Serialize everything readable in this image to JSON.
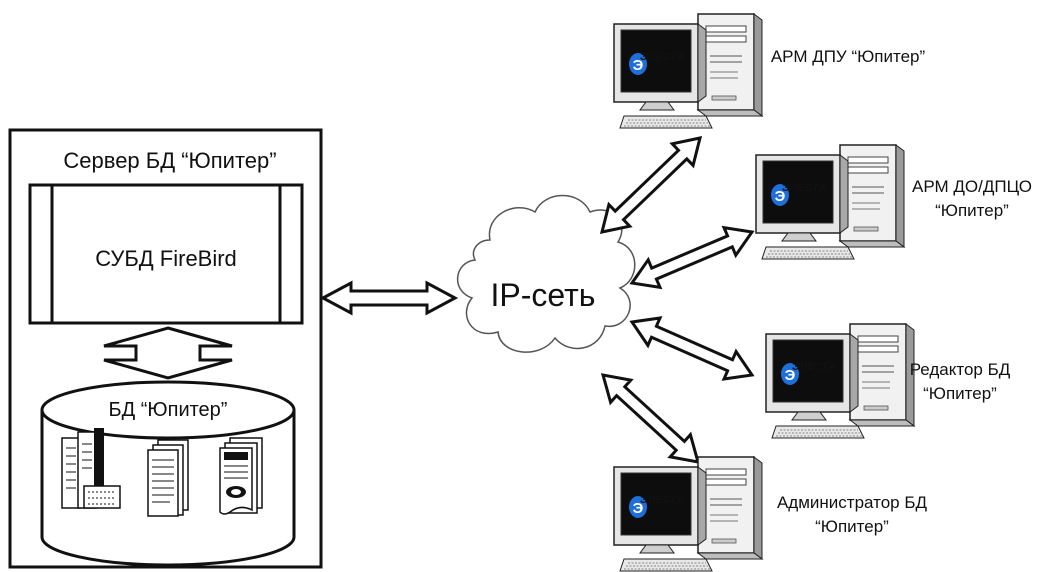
{
  "server": {
    "title": "Сервер БД “Юпитер”",
    "dbms": "СУБД FireBird",
    "database": "БД “Юпитер”"
  },
  "network": {
    "label": "IP-сеть"
  },
  "workstations": [
    {
      "lines": [
        "АРМ ДПУ “Юпитер”"
      ],
      "brand": "ЭЛЕСТА"
    },
    {
      "lines": [
        "АРМ ДО/ДПЦО",
        "“Юпитер”"
      ],
      "brand": "ЭЛЕСТА"
    },
    {
      "lines": [
        "Редактор БД",
        "“Юпитер”"
      ],
      "brand": "ЭЛЕСТА"
    },
    {
      "lines": [
        "Администратор БД",
        "“Юпитер”"
      ],
      "brand": "ЭЛЕСТА"
    }
  ],
  "colors": {
    "screen": "#0d0d0d",
    "logo": "#1e6fd9",
    "logo_text": "#f2c500",
    "ink": "#111111"
  }
}
